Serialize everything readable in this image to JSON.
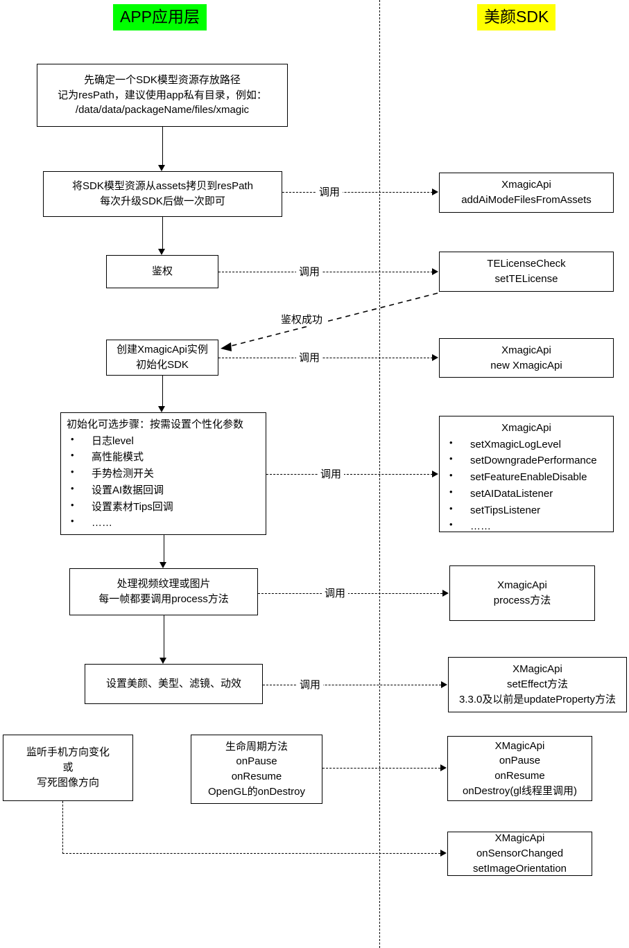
{
  "headers": {
    "left": "APP应用层",
    "right": "美颜SDK",
    "left_bg": "#00ff00",
    "right_bg": "#ffff00"
  },
  "edge_labels": {
    "call": "调用",
    "auth_success": "鉴权成功"
  },
  "app_boxes": [
    {
      "id": "res-path",
      "lines": [
        "先确定一个SDK模型资源存放路径",
        "记为resPath，建议使用app私有目录，例如：",
        "/data/data/packageName/files/xmagic"
      ]
    },
    {
      "id": "copy-assets",
      "lines": [
        "将SDK模型资源从assets拷贝到resPath",
        "每次升级SDK后做一次即可"
      ]
    },
    {
      "id": "auth",
      "lines": [
        "鉴权"
      ]
    },
    {
      "id": "create-instance",
      "lines": [
        "创建XmagicApi实例",
        "初始化SDK"
      ]
    },
    {
      "id": "optional-init",
      "title": "初始化可选步骤：按需设置个性化参数",
      "items": [
        "日志level",
        "高性能模式",
        "手势检测开关",
        "设置AI数据回调",
        "设置素材Tips回调",
        "……"
      ]
    },
    {
      "id": "process-frame",
      "lines": [
        "处理视频纹理或图片",
        "每一帧都要调用process方法"
      ]
    },
    {
      "id": "set-effect",
      "lines": [
        "设置美颜、美型、滤镜、动效"
      ]
    },
    {
      "id": "orientation",
      "lines": [
        "监听手机方向变化",
        "或",
        "写死图像方向"
      ]
    },
    {
      "id": "lifecycle",
      "lines": [
        "生命周期方法",
        "onPause",
        "onResume",
        "OpenGL的onDestroy"
      ]
    }
  ],
  "sdk_boxes": [
    {
      "id": "add-ai-model",
      "lines": [
        "XmagicApi",
        "addAiModeFilesFromAssets"
      ]
    },
    {
      "id": "license-check",
      "lines": [
        "TELicenseCheck",
        "setTELicense"
      ]
    },
    {
      "id": "new-xmagicapi",
      "lines": [
        "XmagicApi",
        "new XmagicApi"
      ]
    },
    {
      "id": "xmagicapi-setters",
      "title": "XmagicApi",
      "items": [
        "setXmagicLogLevel",
        "setDowngradePerformance",
        "setFeatureEnableDisable",
        "setAIDataListener",
        "setTipsListener",
        "……"
      ]
    },
    {
      "id": "process-method",
      "lines": [
        "XmagicApi",
        "process方法"
      ]
    },
    {
      "id": "set-effect-method",
      "lines": [
        "XMagicApi",
        "setEffect方法",
        "3.3.0及以前是updateProperty方法"
      ]
    },
    {
      "id": "lifecycle-method",
      "lines": [
        "XMagicApi",
        "onPause",
        "onResume",
        "onDestroy(gl线程里调用)"
      ]
    },
    {
      "id": "sensor-method",
      "lines": [
        "XMagicApi",
        "onSensorChanged",
        "setImageOrientation"
      ]
    }
  ]
}
